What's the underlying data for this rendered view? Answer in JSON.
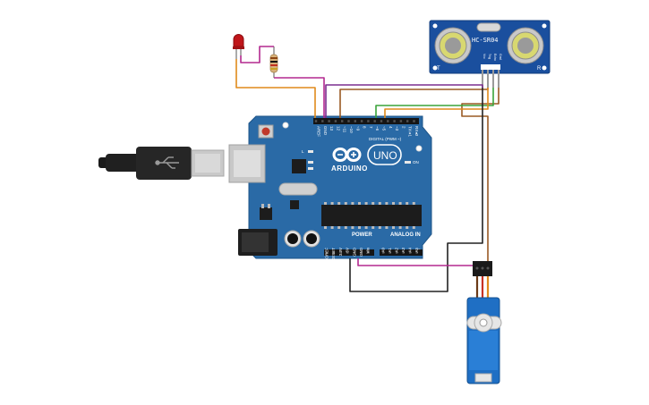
{
  "sensor": {
    "model": "HC-SR04",
    "t_mark": "T",
    "r_mark": "R",
    "pins": [
      "Vcc",
      "Trig",
      "Echo",
      "Gnd"
    ]
  },
  "board": {
    "brand": "ARDUINO",
    "model": "UNO",
    "digital_label": "DIGITAL (PWM ~)",
    "power_label": "POWER",
    "analog_label": "ANALOG IN",
    "on_label": "ON",
    "l_label": "L",
    "tx_label": "TX",
    "rx_label": "RX",
    "top_pins": [
      "AREF",
      "GND",
      "13",
      "12",
      "~11",
      "~10",
      "~9",
      "8",
      "7",
      "~6",
      "~5",
      "4",
      "~3",
      "2",
      "TX➔1",
      "RX◂0"
    ],
    "power_pins": [
      "IOREF",
      "RESET",
      "3.3V",
      "5V",
      "GND",
      "GND",
      "Vin"
    ],
    "analog_pins": [
      "A0",
      "A1",
      "A2",
      "A3",
      "A4",
      "A5"
    ]
  },
  "colors": {
    "board": "#2a6aa6",
    "board_edge": "#1e5488",
    "sensor": "#1a4f9e",
    "servo": "#1f6fc4",
    "wire_orange": "#e08a1c",
    "wire_magenta": "#b3298f",
    "wire_purple": "#7b2f8f",
    "wire_brown": "#9a5a24",
    "wire_green": "#3aa33a",
    "wire_black": "#222222",
    "wire_red": "#c83224",
    "led": "#c0161a"
  }
}
